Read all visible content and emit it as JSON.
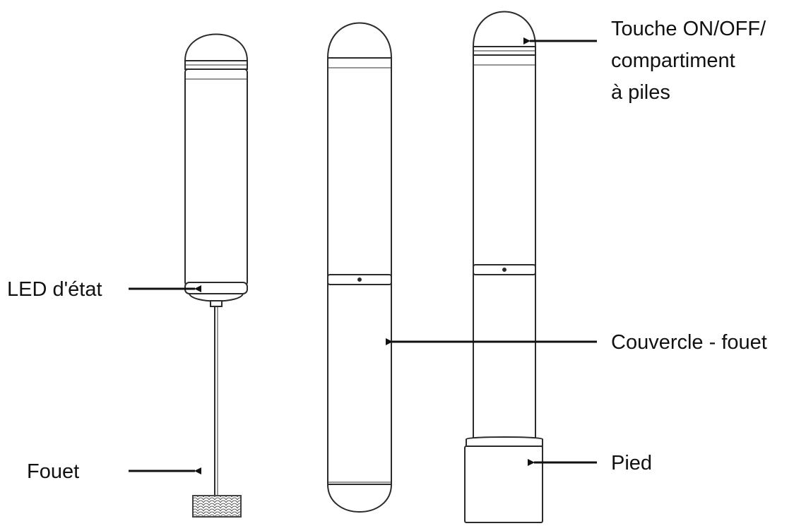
{
  "labels": {
    "touche_line1": "Touche ON/OFF/",
    "touche_line2": "compartiment",
    "touche_line3": "à piles",
    "led": "LED d'état",
    "couvercle": "Couvercle - fouet",
    "fouet": "Fouet",
    "pied": "Pied"
  },
  "colors": {
    "outline": "#2b2b2b",
    "arrow": "#111111",
    "text": "#111111"
  }
}
